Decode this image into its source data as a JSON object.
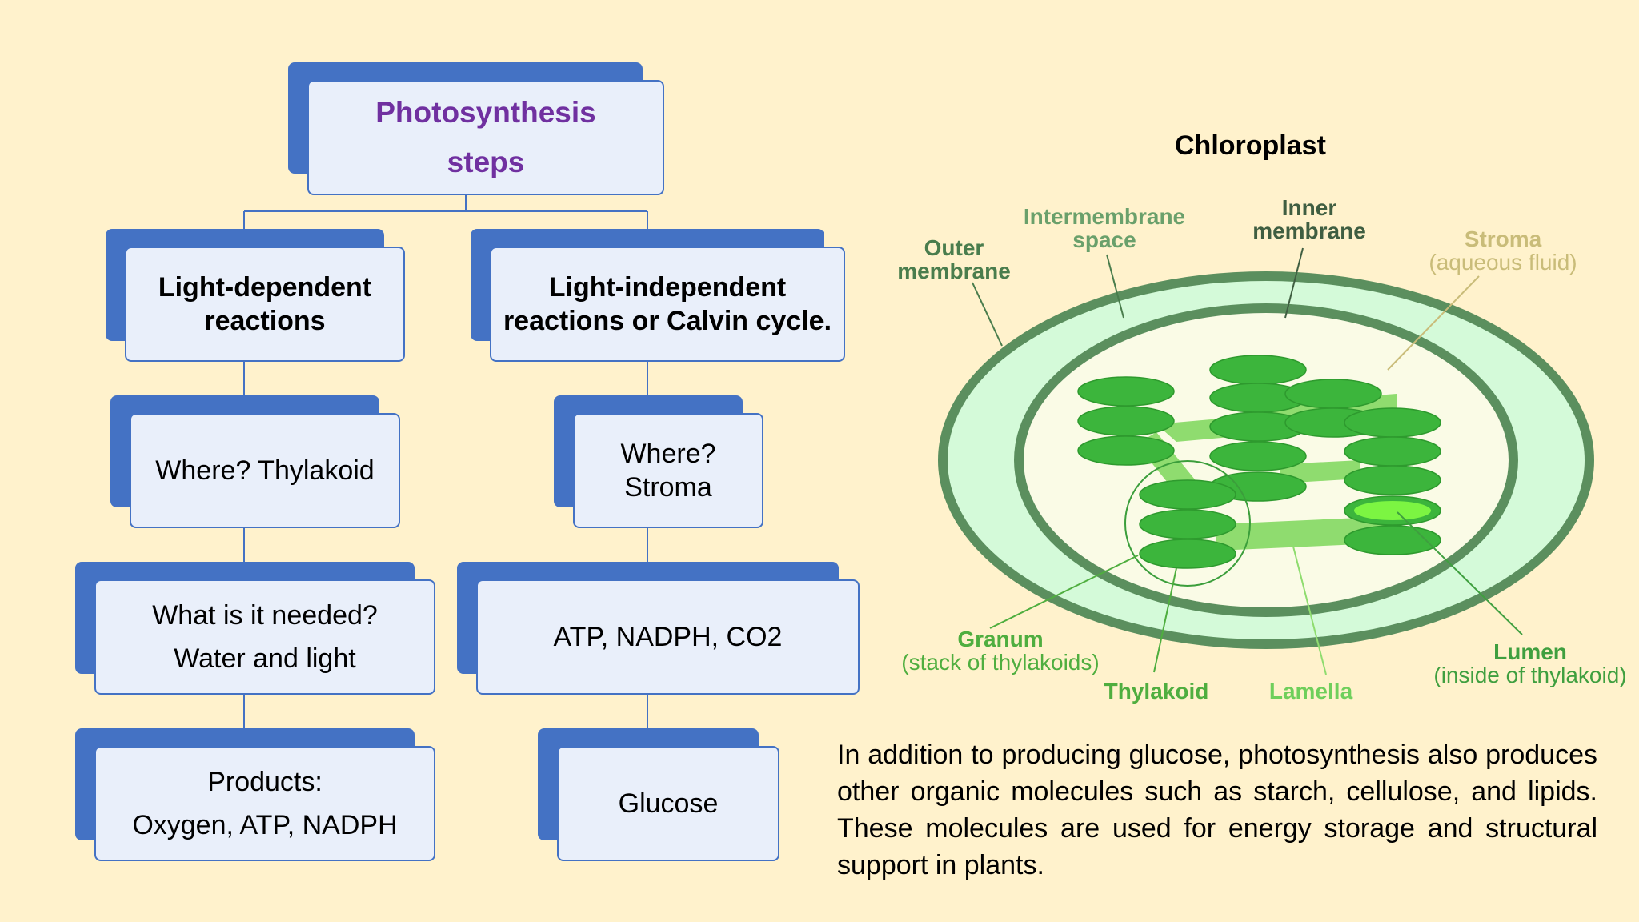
{
  "flowchart": {
    "title": {
      "line1": "Photosynthesis",
      "line2": "steps"
    },
    "left": {
      "heading": {
        "line1": "Light-dependent",
        "line2": "reactions"
      },
      "where": "Where? Thylakoid",
      "needed": {
        "line1": "What is it needed?",
        "line2": "Water and light"
      },
      "products": {
        "line1": "Products:",
        "line2": "Oxygen, ATP, NADPH"
      }
    },
    "right": {
      "heading": {
        "line1": "Light-independent",
        "line2": "reactions or Calvin cycle."
      },
      "where": {
        "line1": "Where?",
        "line2": "Stroma"
      },
      "needed": "ATP, NADPH, CO2",
      "products": "Glucose"
    }
  },
  "diagram": {
    "title": "Chloroplast",
    "labels": {
      "outer_membrane": {
        "line1": "Outer",
        "line2": "membrane"
      },
      "intermembrane_space": {
        "line1": "Intermembrane",
        "line2": "space"
      },
      "inner_membrane": {
        "line1": "Inner",
        "line2": "membrane"
      },
      "stroma": {
        "name": "Stroma",
        "note": "(aqueous fluid)"
      },
      "granum": {
        "name": "Granum",
        "note": "(stack of thylakoids)"
      },
      "thylakoid": "Thylakoid",
      "lamella": "Lamella",
      "lumen": {
        "name": "Lumen",
        "note": "(inside of thylakoid)"
      }
    },
    "colors": {
      "outer_ring": "#5b8f5e",
      "intermembrane": "#d4fad9",
      "stroma": "#fafbe6",
      "thylakoid": "#3cb53c",
      "lamella": "#8fdc6f",
      "label_dark": "#4a7d4d",
      "label_mid": "#4fae3f",
      "label_light": "#6fcf5b",
      "label_stroma": "#c9bc79"
    }
  },
  "paragraph": "In addition to producing glucose, photosynthesis also produces other organic molecules such as starch, cellulose, and lipids. These molecules are used for energy storage and structural support in plants."
}
